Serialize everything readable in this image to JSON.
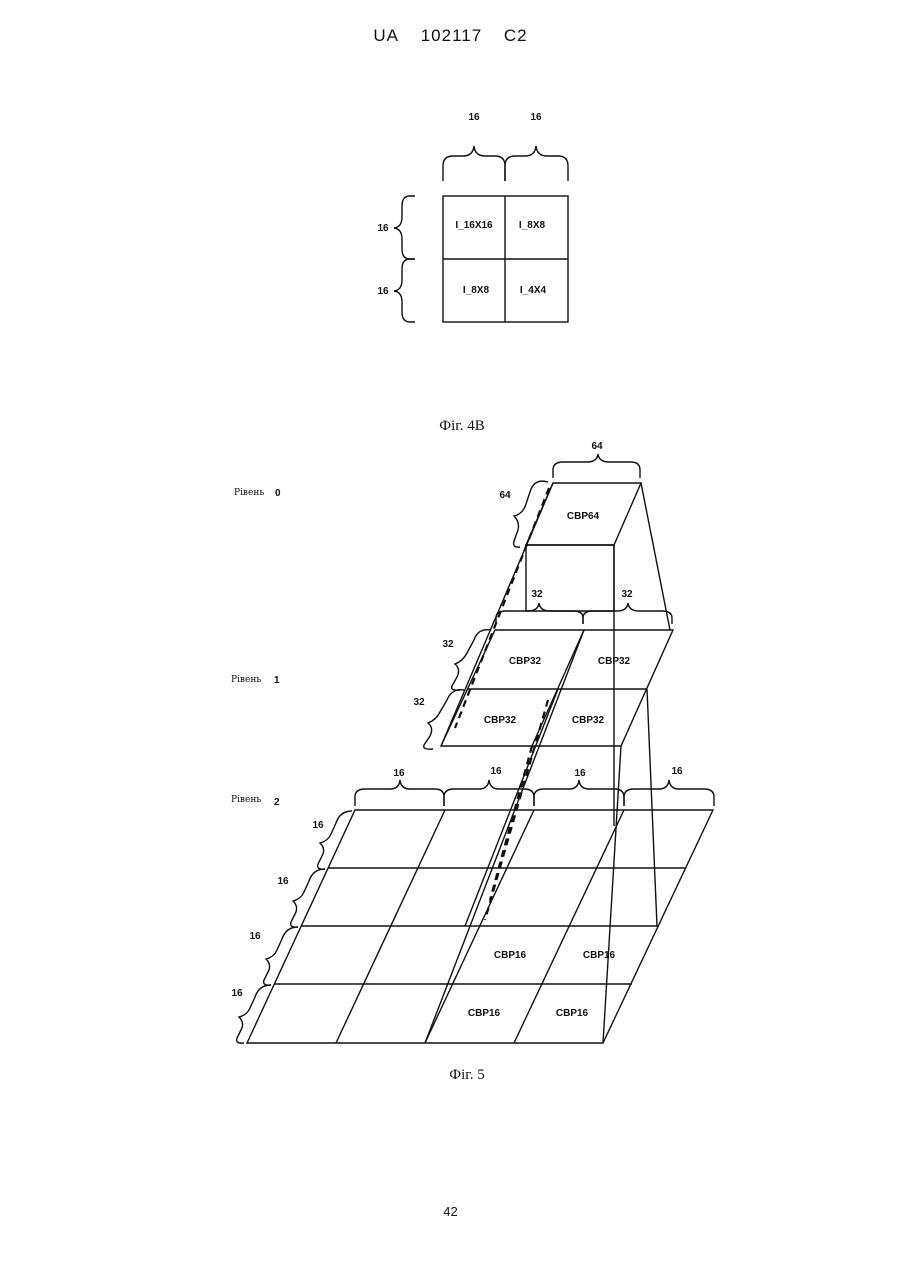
{
  "header": {
    "country": "UA",
    "number": "102117",
    "kind": "C2"
  },
  "page_number": "42",
  "fig4b": {
    "caption": "Фіг. 4B",
    "top_dims": [
      "16",
      "16"
    ],
    "left_dims": [
      "16",
      "16"
    ],
    "cells": [
      "I_16X16",
      "I_8X8",
      "I_8X8",
      "I_4X4"
    ]
  },
  "fig5": {
    "caption": "Фіг. 5",
    "level_word": "Рівень",
    "levels": [
      "0",
      "1",
      "2"
    ],
    "level0": {
      "top_dim": "64",
      "side_dim": "64",
      "block": "CBP64"
    },
    "level1": {
      "top_dims": [
        "32",
        "32"
      ],
      "side_dims": [
        "32",
        "32"
      ],
      "blocks": [
        "CBP32",
        "CBP32",
        "CBP32",
        "CBP32"
      ]
    },
    "level2": {
      "top_dims": [
        "16",
        "16",
        "16",
        "16"
      ],
      "side_dims": [
        "16",
        "16",
        "16",
        "16"
      ],
      "blocks": [
        "CBP16",
        "CBP16",
        "CBP16",
        "CBP16"
      ]
    }
  }
}
